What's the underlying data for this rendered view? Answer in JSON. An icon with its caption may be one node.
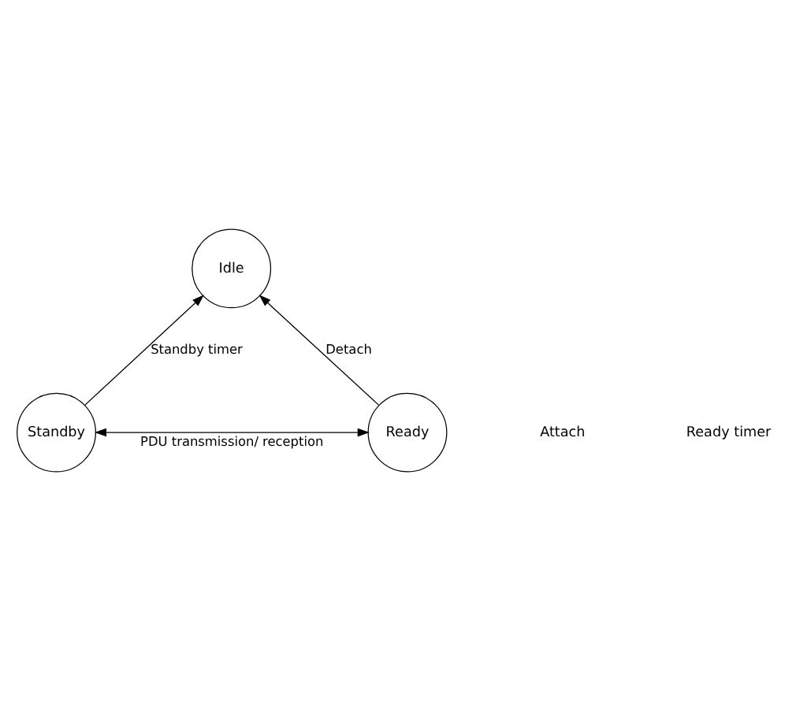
{
  "diagram": {
    "nodes": [
      {
        "text": [
          "Idle"
        ]
      },
      {
        "text": [
          "Standby"
        ]
      },
      {
        "text": [
          "Ready"
        ]
      }
    ],
    "edges": [
      {
        "from": 1,
        "to": 0,
        "arrow": "to",
        "label": "Standby timer"
      },
      {
        "from": 2,
        "to": 0,
        "arrow": "to",
        "label": "Detach"
      },
      {
        "from": 1,
        "to": 2,
        "arrow": "both",
        "label": "PDU transmission/ reception"
      }
    ],
    "labels": [
      "Attach",
      "Ready timer"
    ]
  }
}
